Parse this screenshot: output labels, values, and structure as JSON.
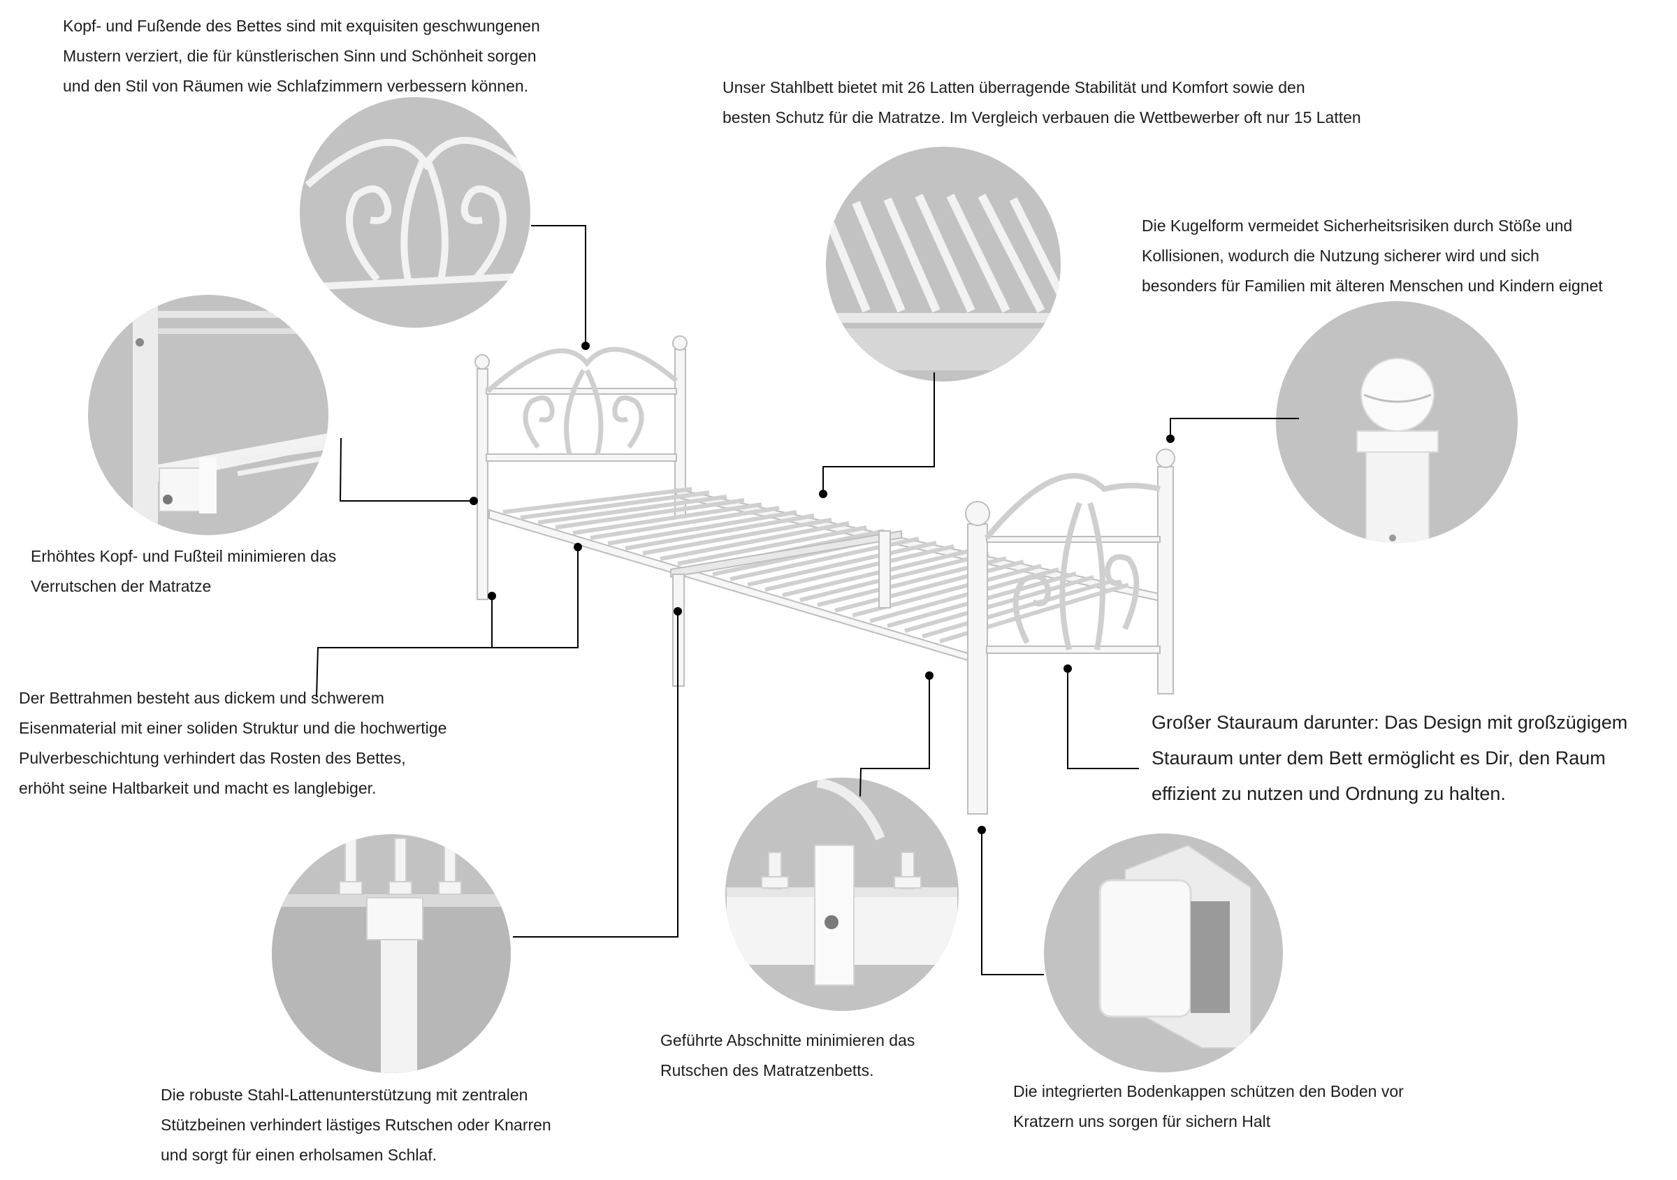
{
  "colors": {
    "background": "#ffffff",
    "circle_fill": "#c2c2c2",
    "frame_white": "#f6f6f6",
    "line": "#000000",
    "text": "#1d1d1d"
  },
  "captions": {
    "headboard": {
      "lines": [
        "Kopf- und Fußende des Bettes sind mit exquisiten geschwungenen",
        "Mustern verziert, die für künstlerischen Sinn und Schönheit sorgen",
        "und den Stil von Räumen wie Schlafzimmern verbessern können."
      ]
    },
    "slats": {
      "lines": [
        "Unser Stahlbett bietet mit 26 Latten überragende Stabilität und Komfort sowie den",
        "besten Schutz für die Matratze. Im Vergleich verbauen die Wettbewerber oft nur 15 Latten"
      ]
    },
    "ball": {
      "lines": [
        "Die Kugelform vermeidet Sicherheitsrisiken durch Stöße und",
        "Kollisionen, wodurch die Nutzung sicherer wird und sich",
        "besonders für Familien mit älteren Menschen und Kindern eignet"
      ]
    },
    "raised": {
      "lines": [
        "Erhöhtes Kopf- und Fußteil minimieren das",
        "Verrutschen der Matratze"
      ]
    },
    "frame": {
      "lines": [
        "Der Bettrahmen besteht aus dickem und schwerem",
        "Eisenmaterial mit einer soliden Struktur und die hochwertige",
        "Pulverbeschichtung verhindert das Rosten des Bettes,",
        "erhöht seine Haltbarkeit und macht es langlebiger."
      ]
    },
    "storage": {
      "lines": [
        "Großer Stauraum darunter: Das Design mit großzügigem",
        "Stauraum unter dem Bett ermöglicht es Dir, den Raum",
        "effizient zu nutzen und Ordnung zu halten."
      ]
    },
    "support": {
      "lines": [
        "Die robuste Stahl-Lattenunterstützung mit zentralen",
        "Stützbeinen verhindert lästiges Rutschen oder Knarren",
        "und sorgt für einen erholsamen Schlaf."
      ]
    },
    "guided": {
      "lines": [
        "Geführte Abschnitte minimieren das",
        "Rutschen des Matratzenbetts."
      ]
    },
    "caps": {
      "lines": [
        "Die integrierten Bodenkappen schützen den Boden vor",
        "Kratzern uns sorgen für sichern Halt"
      ]
    }
  },
  "icons": [
    "headboard-scroll-detail-icon",
    "slat-detail-icon",
    "ball-finial-detail-icon",
    "raised-end-detail-icon",
    "slat-support-detail-icon",
    "slat-guide-detail-icon",
    "floor-cap-detail-icon",
    "bed-frame-illustration"
  ]
}
